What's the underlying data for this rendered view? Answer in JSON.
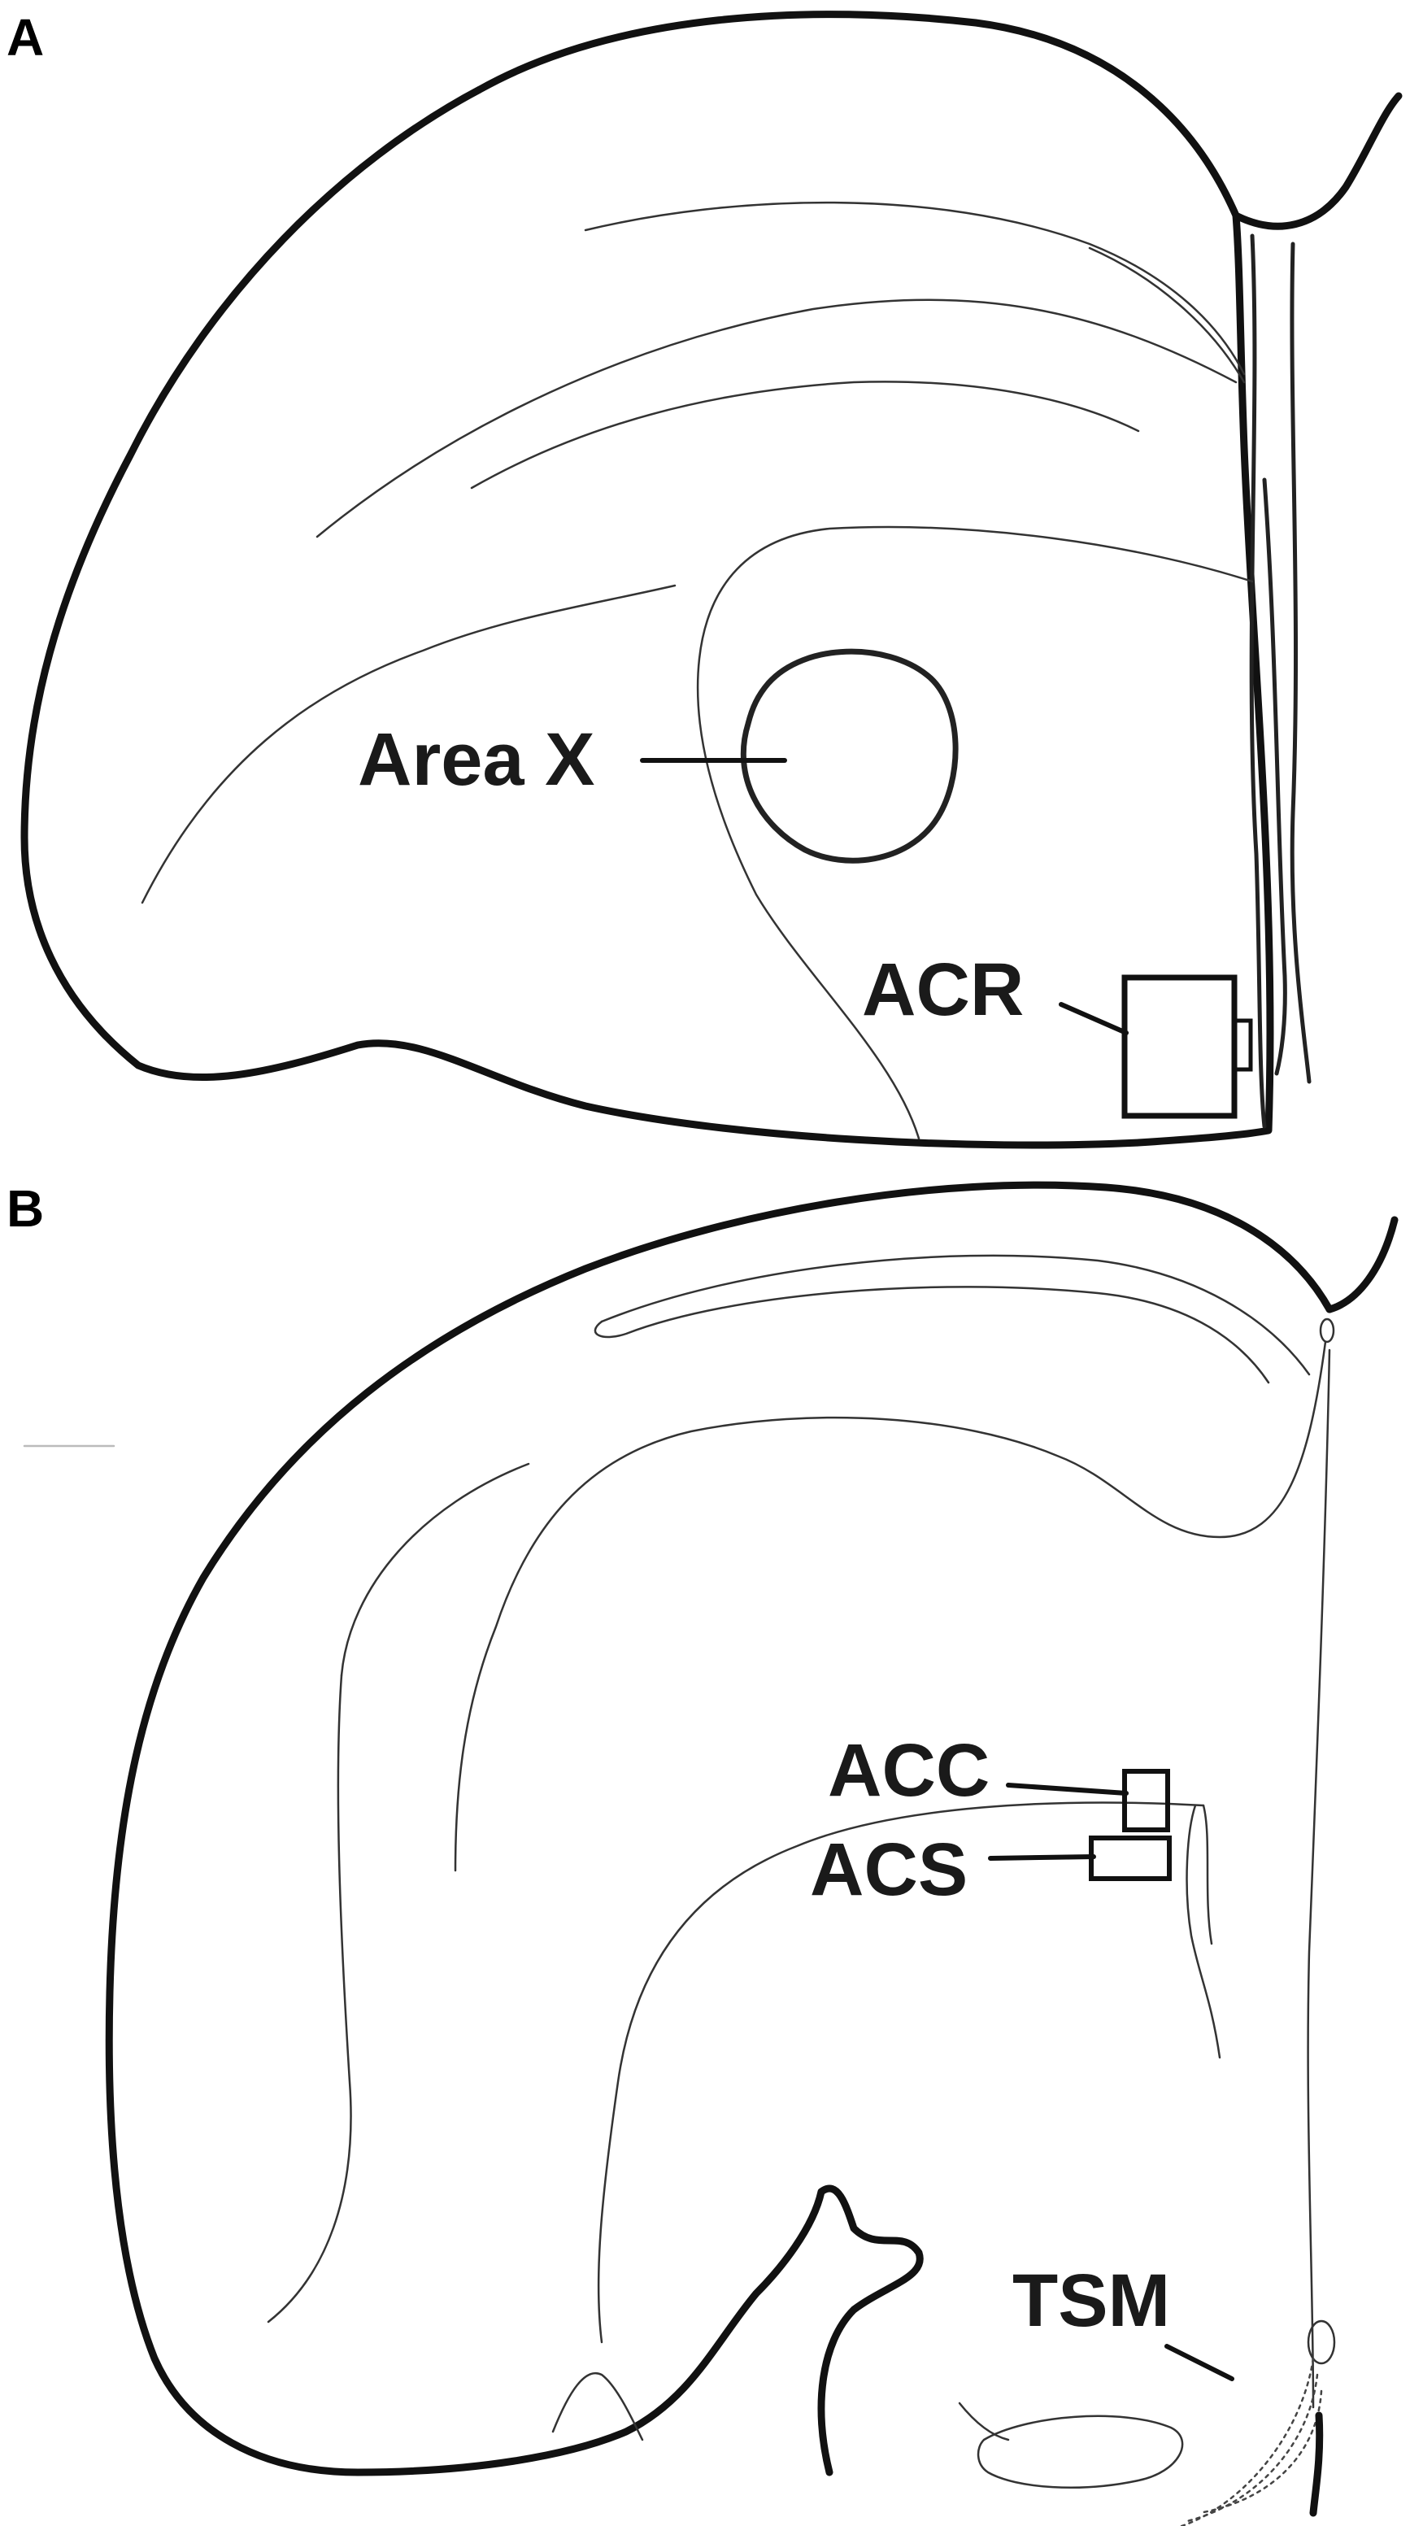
{
  "panels": [
    {
      "letter": "A"
    },
    {
      "letter": "B"
    }
  ],
  "labels": {
    "area_x": "Area X",
    "acr": "ACR",
    "acc": "ACC",
    "acs": "ACS",
    "tsm": "TSM"
  }
}
